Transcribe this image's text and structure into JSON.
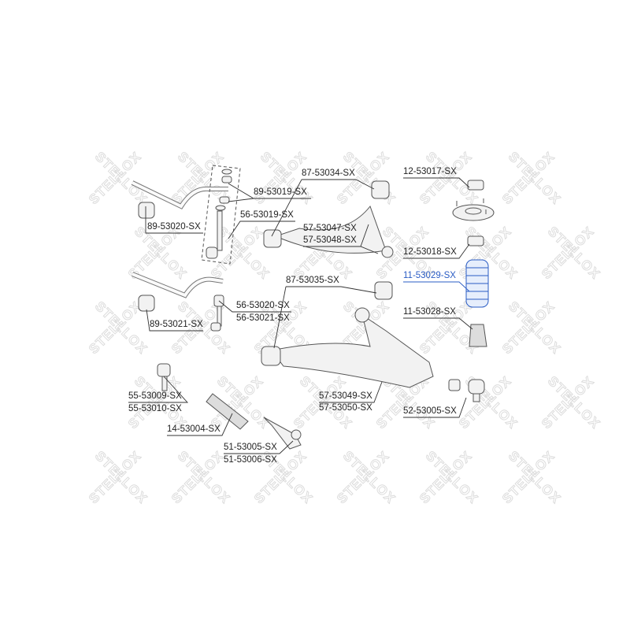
{
  "watermark": "STELLOX",
  "highlight_color": "#2a5cc4",
  "labels": {
    "l89_53019": "89-53019-SX",
    "l89_53020": "89-53020-SX",
    "l56_53019": "56-53019-SX",
    "l87_53034": "87-53034-SX",
    "l57_53047": "57-53047-SX",
    "l57_53048": "57-53048-SX",
    "l12_53017": "12-53017-SX",
    "l12_53018": "12-53018-SX",
    "l11_53029": "11-53029-SX",
    "l87_53035": "87-53035-SX",
    "l56_53020": "56-53020-SX",
    "l56_53021": "56-53021-SX",
    "l89_53021": "89-53021-SX",
    "l11_53028": "11-53028-SX",
    "l55_53009": "55-53009-SX",
    "l55_53010": "55-53010-SX",
    "l57_53049": "57-53049-SX",
    "l57_53050": "57-53050-SX",
    "l52_53005": "52-53005-SX",
    "l14_53004": "14-53004-SX",
    "l51_53005": "51-53005-SX",
    "l51_53006": "51-53006-SX"
  }
}
